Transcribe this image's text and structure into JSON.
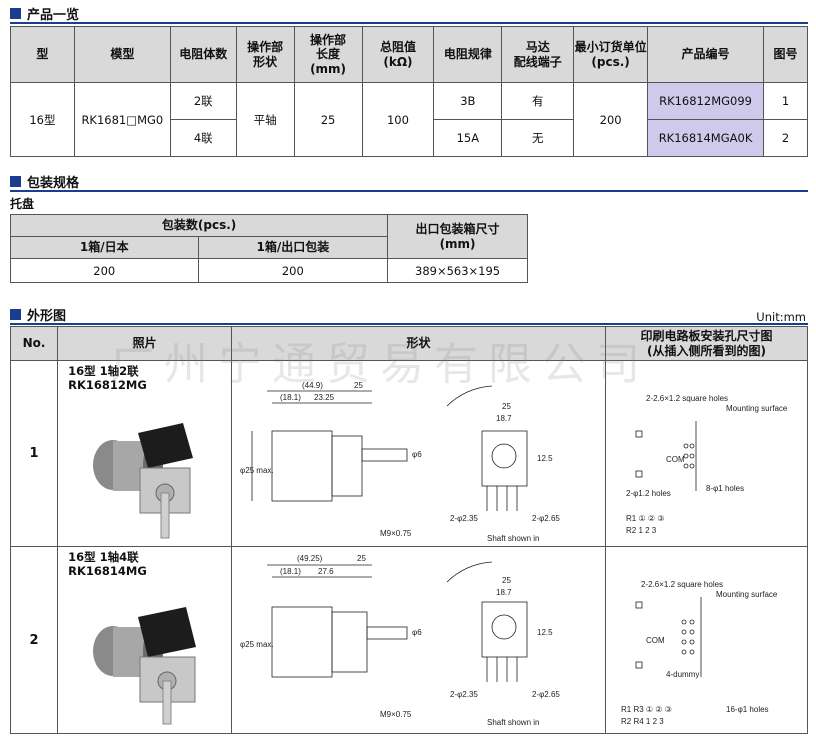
{
  "section1": {
    "title": "产品一览"
  },
  "products": {
    "headers": [
      "型",
      "模型",
      "电阻体数",
      "操作部形状",
      "操作部长度(mm)",
      "总阻值(kΩ)",
      "电阻规律",
      "马达配线端子",
      "最小订货单位(pcs.)",
      "产品编号",
      "图号"
    ],
    "header_lines": {
      "h3": [
        "操作部",
        "形状"
      ],
      "h4": [
        "操作部",
        "长度",
        "(mm)"
      ],
      "h5": [
        "总阻值",
        "(kΩ)"
      ],
      "h7": [
        "马达",
        "配线端子"
      ],
      "h8": [
        "最小订货单位",
        "(pcs.)"
      ]
    },
    "type": "16型",
    "model": "RK1681□MG0",
    "shape": "平轴",
    "length": "25",
    "resistance": "100",
    "moq": "200",
    "rows": [
      {
        "count": "2联",
        "taper": "3B",
        "terminal": "有",
        "part": "RK16812MG099",
        "fig": "1"
      },
      {
        "count": "4联",
        "taper": "15A",
        "terminal": "无",
        "part": "RK16814MGA0K",
        "fig": "2"
      }
    ]
  },
  "section2": {
    "title": "包装规格",
    "sub": "托盘"
  },
  "packaging": {
    "h_qty": "包装数(pcs.)",
    "h_japan": "1箱/日本",
    "h_export": "1箱/出口包装",
    "h_box": [
      "出口包装箱尺寸",
      "(mm)"
    ],
    "japan": "200",
    "export": "200",
    "box": "389×563×195"
  },
  "section3": {
    "title": "外形图",
    "unit": "Unit:mm"
  },
  "drawings": {
    "headers": {
      "no": "No.",
      "photo": "照片",
      "shape": "形状",
      "pcb": [
        "印刷电路板安装孔尺寸图",
        "(从插入侧所看到的图)"
      ]
    },
    "rows": [
      {
        "no": "1",
        "title1": "16型 1轴2联",
        "title2": "RK16812MG"
      },
      {
        "no": "2",
        "title1": "16型 1轴4联",
        "title2": "RK16814MG"
      }
    ]
  },
  "watermark": "广州宁通贸易有限公司"
}
